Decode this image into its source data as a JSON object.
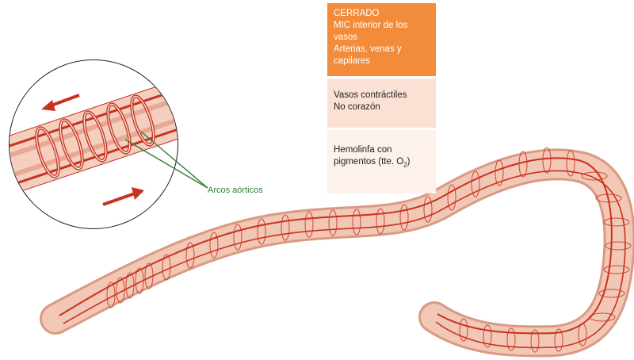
{
  "boxes": {
    "closed": {
      "line1": "CERRADO",
      "line2": "MIC interior de los vasos",
      "line3": "Arterias, venas y capilares"
    },
    "vessels": {
      "line1": "Vasos contráctiles",
      "line2": "No corazón"
    },
    "hemolymph": {
      "line1": "Hemolinfa con",
      "line2": "pigmentos (tte. O",
      "subscript": "2",
      "suffix": ")"
    }
  },
  "label": {
    "aortic_arches": "Arcos aórticos"
  },
  "colors": {
    "orange_box": "#f28c3a",
    "pink_box": "#fbe1d4",
    "light_box": "#fdf1ec",
    "label_green": "#2f7d32",
    "vessel_red": "#c8321e",
    "worm_skin": "#f2c7b5"
  }
}
